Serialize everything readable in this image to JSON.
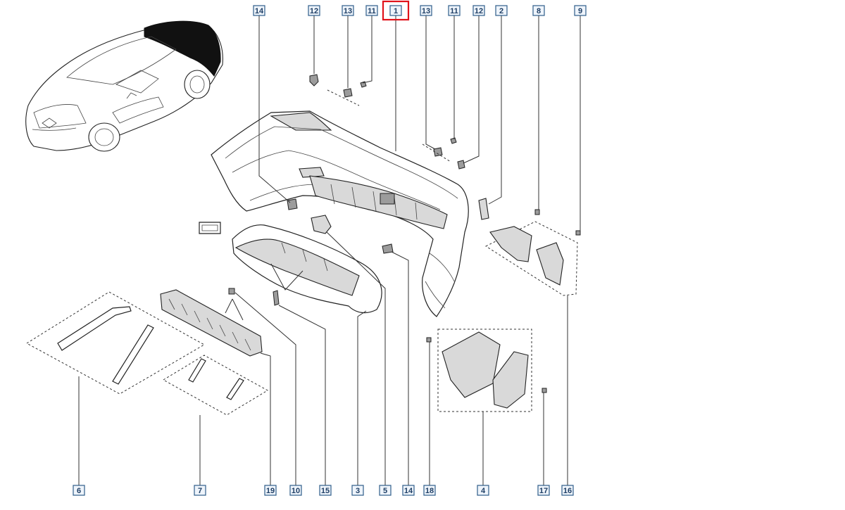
{
  "diagram": {
    "highlighted_callout": "1",
    "callouts_top": [
      "14",
      "12",
      "13",
      "11",
      "1",
      "13",
      "11",
      "12",
      "2",
      "8",
      "9"
    ],
    "callouts_bottom": [
      "6",
      "7",
      "19",
      "10",
      "15",
      "3",
      "5",
      "14",
      "18",
      "4",
      "17",
      "16"
    ],
    "colors": {
      "callout_fill": "#eef4fb",
      "callout_border": "#2f5d8a",
      "highlight": "#e0131b",
      "line": "#222222"
    }
  }
}
